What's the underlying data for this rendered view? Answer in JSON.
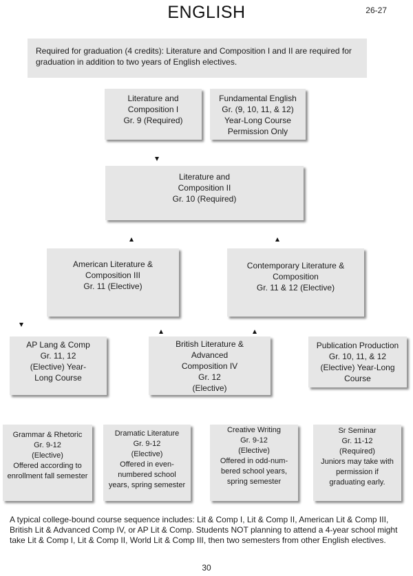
{
  "header": {
    "title": "ENGLISH",
    "year": "26-27"
  },
  "requirement": {
    "text": "Required for graduation (4 credits):  Literature and Composition I and II are required for graduation in addition to two years of English electives."
  },
  "courses": {
    "lit_comp_1": "Literature and\nComposition I\nGr. 9 (Required)",
    "fundamental_english": "Fundamental English\nGr. (9, 10, 11, & 12)\nYear-Long Course\nPermission Only",
    "lit_comp_2": "Literature and\nComposition II\nGr. 10 (Required)",
    "american_lit": "American Literature &\nComposition III\nGr. 11 (Elective)",
    "contemporary_lit": "Contemporary Literature &\nComposition\nGr. 11 & 12 (Elective)",
    "ap_lang": "AP Lang & Comp\nGr. 11, 12\n(Elective) Year-\nLong Course",
    "british_lit": "British Literature &\nAdvanced\nComposition IV\nGr. 12\n(Elective)",
    "publication": "Publication Production\nGr. 10, 11, & 12\n(Elective) Year-Long\nCourse",
    "grammar_rhetoric": "Grammar & Rhetoric\nGr. 9-12\n(Elective)\nOffered according to\nenrollment fall semester",
    "dramatic_lit": "Dramatic Literature\nGr. 9-12\n(Elective)\nOffered in even-\nnumbered school\nyears, spring semester",
    "creative_writing": "Creative Writing\nGr. 9-12\n(Elective)\nOffered in odd-num-\nbered school years,\nspring semester",
    "sr_seminar": "Sr Seminar\nGr. 11-12\n(Required)\nJuniors may take with\npermission if\ngraduating early."
  },
  "footnote": "A typical college-bound course sequence includes: Lit & Comp I, Lit & Comp II, American Lit & Comp III, British Lit & Advanced Comp IV, or AP Lit & Comp. Students NOT planning to attend a 4-year school might take Lit & Comp I, Lit & Comp II, World Lit & Comp III, then two semesters from other English electives.",
  "page_number": "30"
}
